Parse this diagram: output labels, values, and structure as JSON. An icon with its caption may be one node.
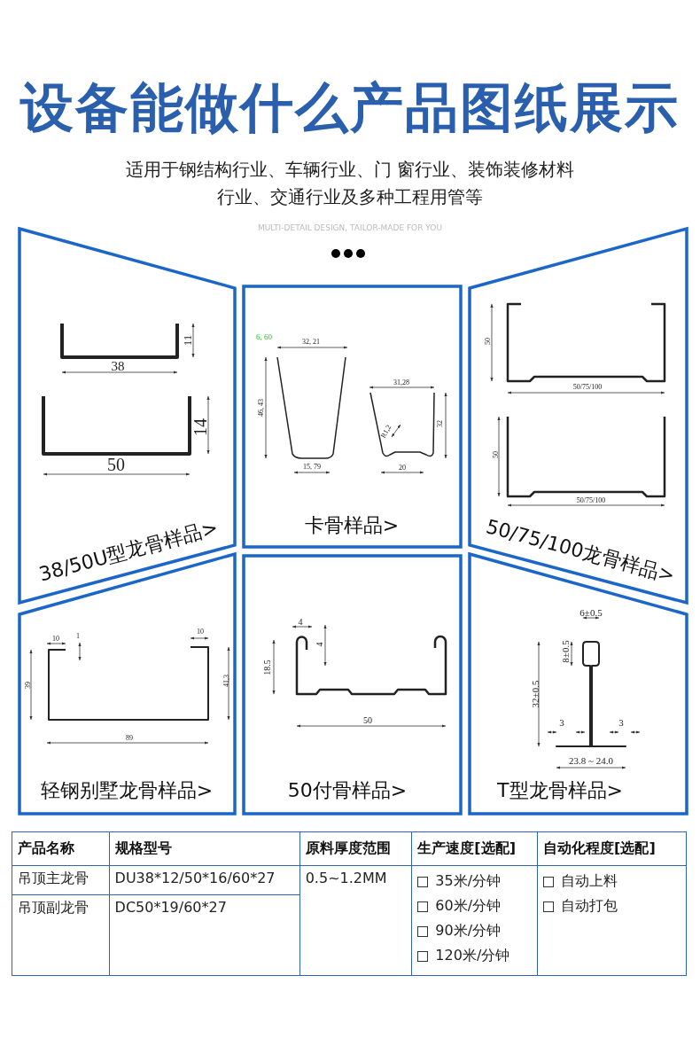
{
  "diagram": {
    "title": "设备能做什么产品图纸展示",
    "nodes": [
      {
        "text": [
          "38/50U型龙骨样品>",
          "11",
          "38",
          "14",
          "50"
        ]
      },
      {
        "text": [
          "卡骨样品>",
          "6, 60",
          "32, 21",
          "46, 43",
          "15, 79",
          "31,28",
          "R1,2",
          "32",
          "20"
        ]
      },
      {
        "text": [
          "50/75/100龙骨样品>",
          "50",
          "50/75/100",
          "50",
          "50/75/100"
        ]
      },
      {
        "text": [
          "轻钢别墅龙骨样品>",
          "10",
          "1",
          "39",
          "10",
          "41,3",
          "89"
        ]
      },
      {
        "text": [
          "50付骨样品>",
          "4",
          "4",
          "18.5",
          "50"
        ]
      },
      {
        "text": [
          "T型龙骨样品>",
          "6±0.5",
          "8±0.5",
          "32±0.5",
          "3",
          "3",
          "23.8 ~ 24.0"
        ]
      }
    ],
    "labels": [
      "适用于钢结构行业、车辆行业、门 窗行业、装饰装修材料行业、交通行业及多种工程用管等",
      "MULTI-DETAIL DESIGN, TAILOR-MADE FOR YOU",
      "产品名称",
      "规格型号",
      "原料厚度范围",
      "生产速度[选配]",
      "自动化程度[选配]",
      "吊顶主龙骨",
      "DU38*12/50*16/60*27",
      "0.5~1.2MM",
      "35米/分钟",
      "自动上料",
      "吊顶副龙骨",
      "DC50*19/60*27",
      "60米/分钟",
      "自动打包",
      "90米/分钟",
      "120米/分钟"
    ]
  }
}
